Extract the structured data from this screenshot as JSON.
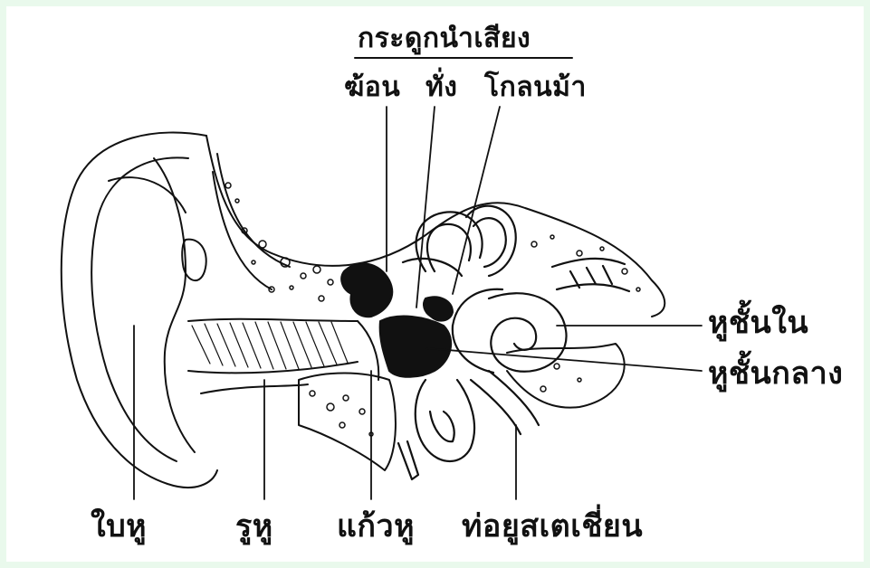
{
  "labels": {
    "ossicles": "กระดูกนำเสียง",
    "hammer": "ฆ้อน",
    "anvil": "ทั่ง",
    "stirrup": "โกลนม้า",
    "inner_ear": "หูชั้นใน",
    "middle_ear": "หูชั้นกลาง",
    "pinna": "ใบหู",
    "ear_canal": "รูหู",
    "eardrum": "แก้วหู",
    "eustachian_tube": "ท่อยูสเตเชี่ยน"
  },
  "colors": {
    "background": "#e9f9ec",
    "paper": "#ffffff",
    "ink": "#111111"
  }
}
